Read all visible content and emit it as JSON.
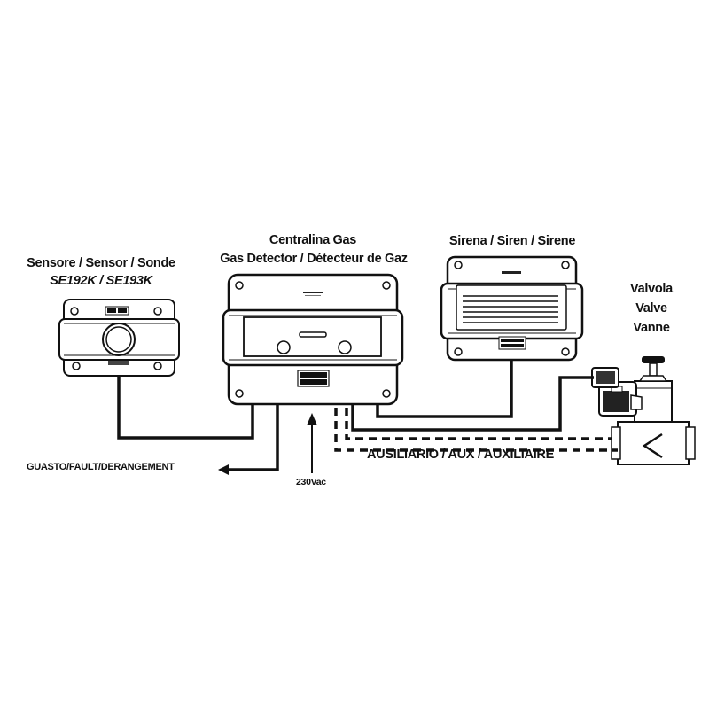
{
  "sensor": {
    "title": "Sensore / Sensor / Sonde",
    "models": "SE192K / SE193K"
  },
  "detector": {
    "title_line1": "Centralina Gas",
    "title_line2": "Gas Detector / Détecteur de Gaz"
  },
  "siren": {
    "title": "Sirena / Siren / Sirene"
  },
  "valve": {
    "line1": "Valvola",
    "line2": "Valve",
    "line3": "Vanne"
  },
  "wiring": {
    "fault_label": "GUASTO/FAULT/DERANGEMENT",
    "power_label": "230Vac",
    "aux_label": "AUSILIARIO / AUX / AUXILIAIRE"
  }
}
